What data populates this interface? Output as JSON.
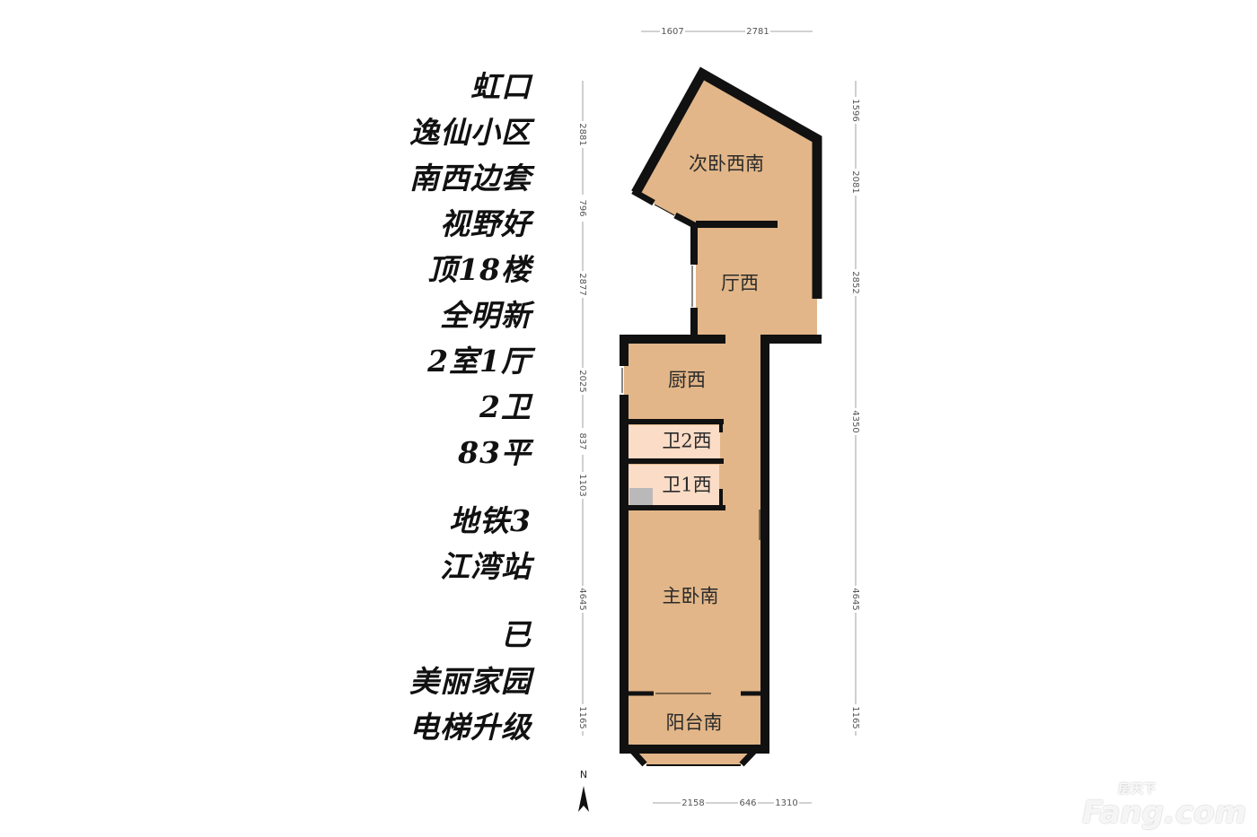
{
  "features": [
    "虹口",
    "逸仙小区",
    "南西边套",
    "视野好",
    "顶18楼",
    "全明新",
    "2室1厅",
    "2卫",
    "83平",
    "地铁3",
    "江湾站",
    "已",
    "美丽家园",
    "电梯升级"
  ],
  "rooms": {
    "bedroom2": "次卧西南",
    "living": "厅西",
    "kitchen": "厨西",
    "bath2": "卫2西",
    "bath1": "卫1西",
    "master": "主卧南",
    "balcony": "阳台南"
  },
  "dims": {
    "top": [
      "1607",
      "2781"
    ],
    "left": [
      "2881",
      "796",
      "2877",
      "2025",
      "837",
      "1103",
      "4645",
      "1165"
    ],
    "right": [
      "1596",
      "2081",
      "2852",
      "4350",
      "4645",
      "1165"
    ],
    "bottom": [
      "2158",
      "646",
      "1310"
    ]
  },
  "compass": "N",
  "watermark": {
    "cn": "房天下",
    "en": "Fang.com"
  },
  "colors": {
    "floor": "#e2b688",
    "bath": "#fbdcc6",
    "wall": "#111111"
  }
}
